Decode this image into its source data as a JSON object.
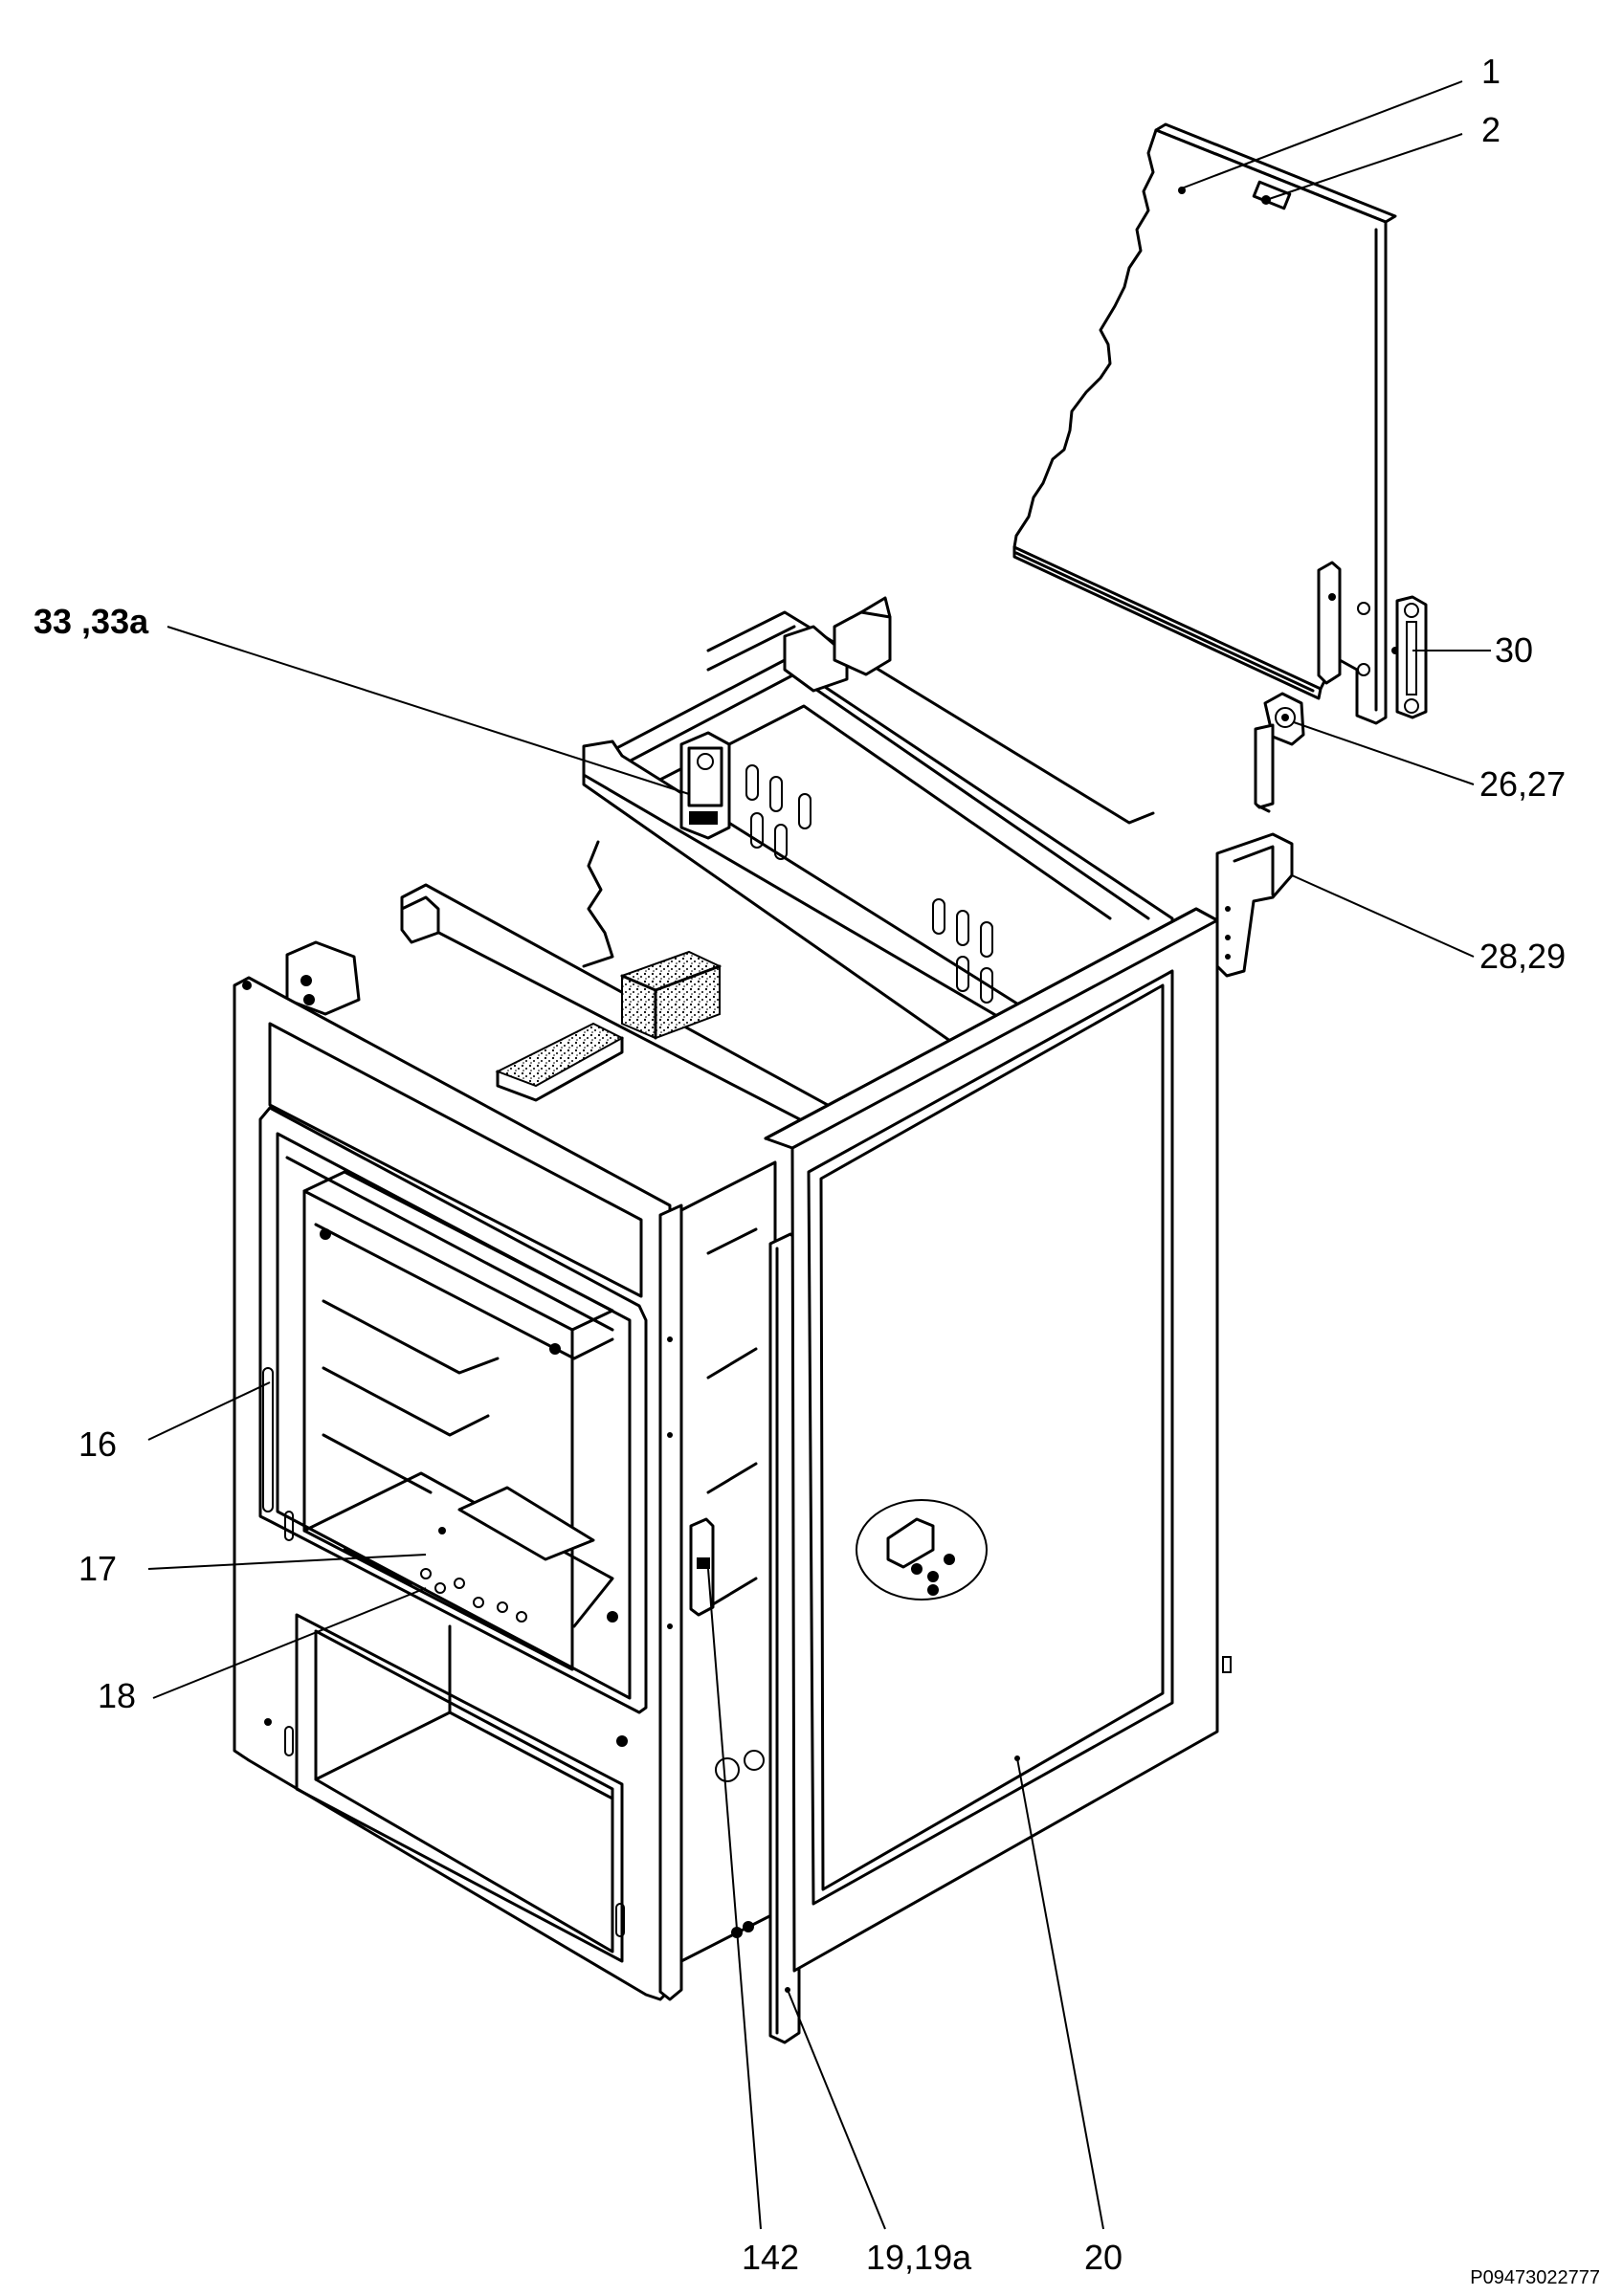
{
  "diagram": {
    "drawing_code": "P09473022777",
    "callouts": [
      {
        "id": "c1",
        "text": "1"
      },
      {
        "id": "c2",
        "text": "2"
      },
      {
        "id": "c30",
        "text": "30"
      },
      {
        "id": "c26",
        "text": "26,27"
      },
      {
        "id": "c28",
        "text": "28,29"
      },
      {
        "id": "c33",
        "text": "33 ,33a"
      },
      {
        "id": "c16",
        "text": "16"
      },
      {
        "id": "c17",
        "text": "17"
      },
      {
        "id": "c18",
        "text": "18"
      },
      {
        "id": "c142",
        "text": "142"
      },
      {
        "id": "c19",
        "text": "19,19a"
      },
      {
        "id": "c20",
        "text": "20"
      }
    ]
  }
}
